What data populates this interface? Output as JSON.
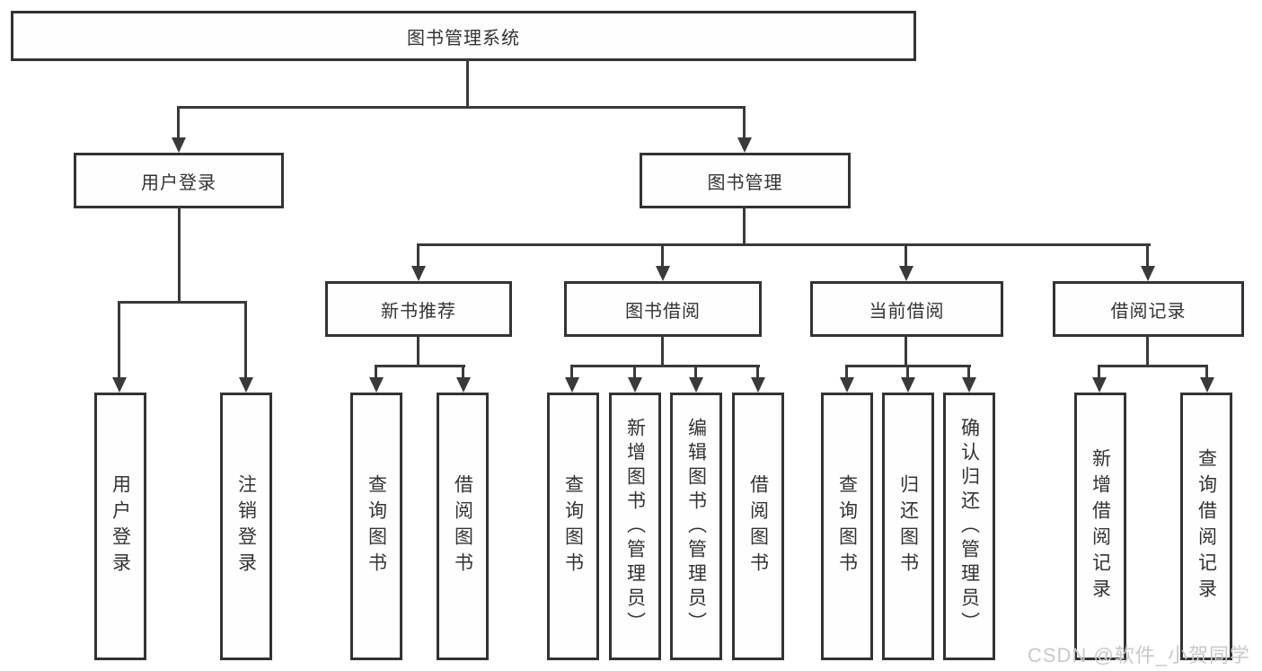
{
  "nodes": {
    "root": "图书管理系统",
    "user_login": "用户登录",
    "book_mgmt": "图书管理",
    "new_book": "新书推荐",
    "book_borrow": "图书借阅",
    "current_borrow": "当前借阅",
    "borrow_record": "借阅记录",
    "leaves": {
      "user_login": [
        "用户登录",
        "注销登录"
      ],
      "new_book": [
        "查询图书",
        "借阅图书"
      ],
      "book_borrow": [
        "查询图书",
        "新增图书（管理员）",
        "编辑图书（管理员）",
        "借阅图书"
      ],
      "current_borrow": [
        "查询图书",
        "归还图书",
        "确认归还（管理员）"
      ],
      "borrow_record": [
        "新增借阅记录",
        "查询借阅记录"
      ]
    }
  },
  "watermark": "CSDN @软件_小贺同学",
  "colors": {
    "line": "#3a3a3a",
    "border": "#333333",
    "text": "#333333",
    "background": "#ffffff",
    "watermark": "#c9c9c9"
  }
}
